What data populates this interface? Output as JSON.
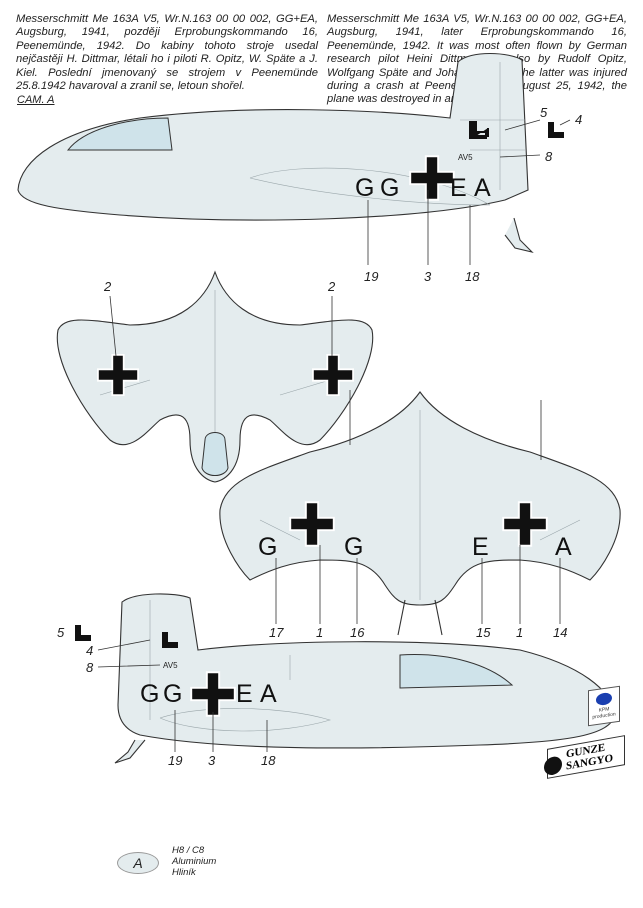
{
  "description_cz": "Messerschmitt Me 163A V5, Wr.N.163 00 00 002, GG+EA, Augsburg, 1941, později Erprobungskommando 16, Peenemünde, 1942. Do kabiny tohoto stroje usedal nejčastěji H. Dittmar, létali ho i piloti R. Opitz, W. Späte a J. Kiel. Poslední jmenovaný se strojem v Peenemünde 25.8.1942 havaroval a zranil se, letoun shořel.",
  "description_en": "Messerschmitt Me 163A V5, Wr.N.163 00 00 002, GG+EA, Augsburg, 1941, later Erprobungskommando 16, Peenemünde, 1942. It was most often flown by German research pilot Heini Dittmar, but also by Rudolf Opitz, Wolfgang Späte and Johannes Kiel. The latter was injured during a crash at Peenemünde on August 25, 1942, the plane was destroyed in an ensuing fire.",
  "camo_label": "CAM. A",
  "codes": {
    "g": "G",
    "e": "E",
    "a": "A",
    "av5": "AV5"
  },
  "side_top": {
    "callouts": [
      "5",
      "4",
      "8",
      "19",
      "3",
      "18"
    ]
  },
  "plan_top": {
    "callouts": [
      "2",
      "2"
    ]
  },
  "plan_bottom": {
    "callouts": [
      "17",
      "1",
      "16",
      "15",
      "1",
      "14"
    ]
  },
  "side_bottom": {
    "callouts": [
      "5",
      "4",
      "8",
      "19",
      "3",
      "18"
    ]
  },
  "legend": {
    "key": "A",
    "code": "H8 / C8",
    "name_en": "Aluminium",
    "name_cz": "Hliník",
    "color": "#e4ecee"
  },
  "logos": {
    "kpm": "KPM production",
    "gunze_1": "GUNZE",
    "gunze_2": "SANGYO"
  }
}
